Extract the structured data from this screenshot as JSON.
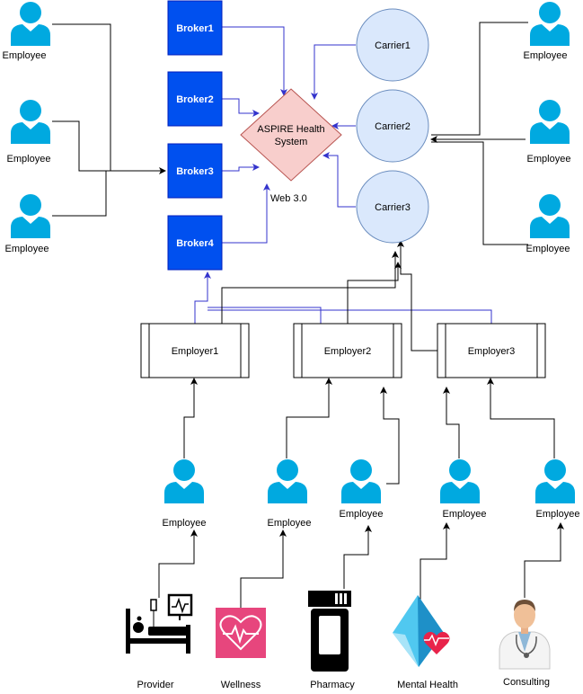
{
  "colors": {
    "person": "#00a9e0",
    "broker_fill": "#0050ef",
    "broker_stroke": "#001dbc",
    "carrier_fill": "#dae8fc",
    "carrier_stroke": "#6c8ebf",
    "aspire_fill": "#f8cecc",
    "aspire_stroke": "#b85450",
    "blue_line": "#3333cc",
    "black_line": "#000000",
    "wellness": "#e7467d"
  },
  "aspire": {
    "label_line1": "ASPIRE Health",
    "label_line2": "System",
    "annotation": "Web 3.0"
  },
  "brokers": [
    "Broker1",
    "Broker2",
    "Broker3",
    "Broker4"
  ],
  "carriers": [
    "Carrier1",
    "Carrier2",
    "Carrier3"
  ],
  "employers": [
    "Employer1",
    "Employer2",
    "Employer3"
  ],
  "employee_label": "Employee",
  "left_employees": [
    "Employee",
    "Employee",
    "Employee"
  ],
  "right_employees": [
    "Employee",
    "Employee",
    "Employee"
  ],
  "bottom_employees": [
    "Employee",
    "Employee",
    "Employee",
    "Employee",
    "Employee"
  ],
  "services": [
    {
      "label": "Provider",
      "icon": "hospital-bed-icon"
    },
    {
      "label": "Wellness",
      "icon": "heart-pulse-icon"
    },
    {
      "label": "Pharmacy",
      "icon": "pill-bottle-icon"
    },
    {
      "label": "Mental Health",
      "icon": "azure-heart-icon"
    },
    {
      "label": "Consulting",
      "icon": "doctor-icon"
    }
  ]
}
